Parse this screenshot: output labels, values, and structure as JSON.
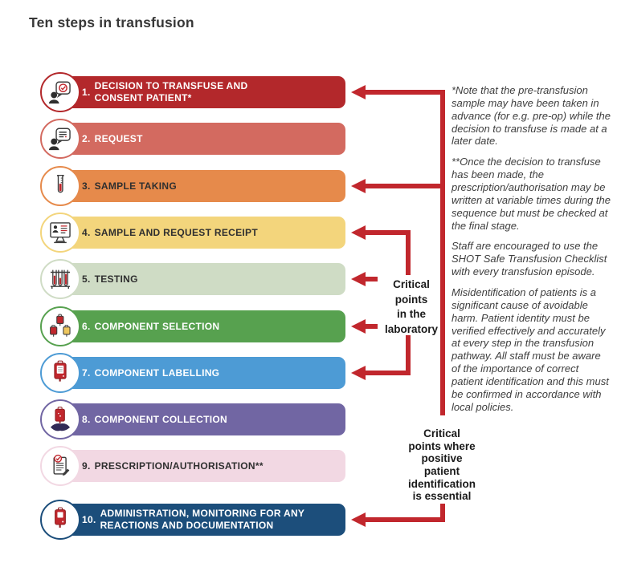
{
  "title": "Ten steps in transfusion",
  "colors": {
    "arrow": "#C1272D",
    "title_text": "#383838",
    "note_text": "#3E3E3E",
    "label_text": "#1A1A1A"
  },
  "steps": [
    {
      "number": "1.",
      "label": "DECISION TO TRANSFUSE AND\nCONSENT PATIENT*",
      "color": "#B3282B",
      "text_color": "#FFFFFF",
      "icon": "person-consent-bubble-icon"
    },
    {
      "number": "2.",
      "label": "REQUEST",
      "color": "#D36A60",
      "text_color": "#FFFFFF",
      "icon": "person-request-bubble-icon"
    },
    {
      "number": "3.",
      "label": "SAMPLE TAKING",
      "color": "#E68A4B",
      "text_color": "#2F2F2F",
      "icon": "test-tube-icon"
    },
    {
      "number": "4.",
      "label": "SAMPLE AND REQUEST RECEIPT",
      "color": "#F3D57C",
      "text_color": "#2F2F2F",
      "icon": "computer-monitor-icon"
    },
    {
      "number": "5.",
      "label": "TESTING",
      "color": "#CFDCC5",
      "text_color": "#2F2F2F",
      "icon": "test-tube-rack-icon"
    },
    {
      "number": "6.",
      "label": "COMPONENT SELECTION",
      "color": "#57A14F",
      "text_color": "#FFFFFF",
      "icon": "blood-bags-icon"
    },
    {
      "number": "7.",
      "label": "COMPONENT LABELLING",
      "color": "#4D9BD5",
      "text_color": "#FFFFFF",
      "icon": "labelled-blood-bag-icon"
    },
    {
      "number": "8.",
      "label": "COMPONENT COLLECTION",
      "color": "#7166A3",
      "text_color": "#FFFFFF",
      "icon": "hand-blood-bag-icon"
    },
    {
      "number": "9.",
      "label": "PRESCRIPTION/AUTHORISATION**",
      "color": "#F2D8E3",
      "text_color": "#2F2F2F",
      "icon": "prescription-clipboard-icon"
    },
    {
      "number": "10.",
      "label": "ADMINISTRATION, MONITORING FOR ANY\nREACTIONS AND DOCUMENTATION",
      "color": "#1C4E7B",
      "text_color": "#FFFFFF",
      "icon": "blood-bag-icon"
    }
  ],
  "annotations": {
    "lab_critical": "Critical\npoints\nin the\nlaboratory",
    "ppid_critical": "Critical\npoints where\npositive\npatient\nidentification\nis essential"
  },
  "notes": {
    "para1": "*Note that the pre-transfusion sample may have been taken in advance (for e.g. pre-op) while the decision to transfuse is made at a later date.",
    "para2": "**Once the decision to transfuse has been made, the prescription/authorisation may be written at variable times during the sequence but must be checked at the final stage.",
    "para3": "Staff are encouraged to use the SHOT Safe Transfusion Checklist with every transfusion episode.",
    "para4": "Misidentification of patients is a significant cause of avoidable harm. Patient identity must be verified effectively and accurately at every step in the transfusion pathway. All staff must be aware of the importance of correct patient identification and this must be confirmed in accordance with local policies."
  }
}
